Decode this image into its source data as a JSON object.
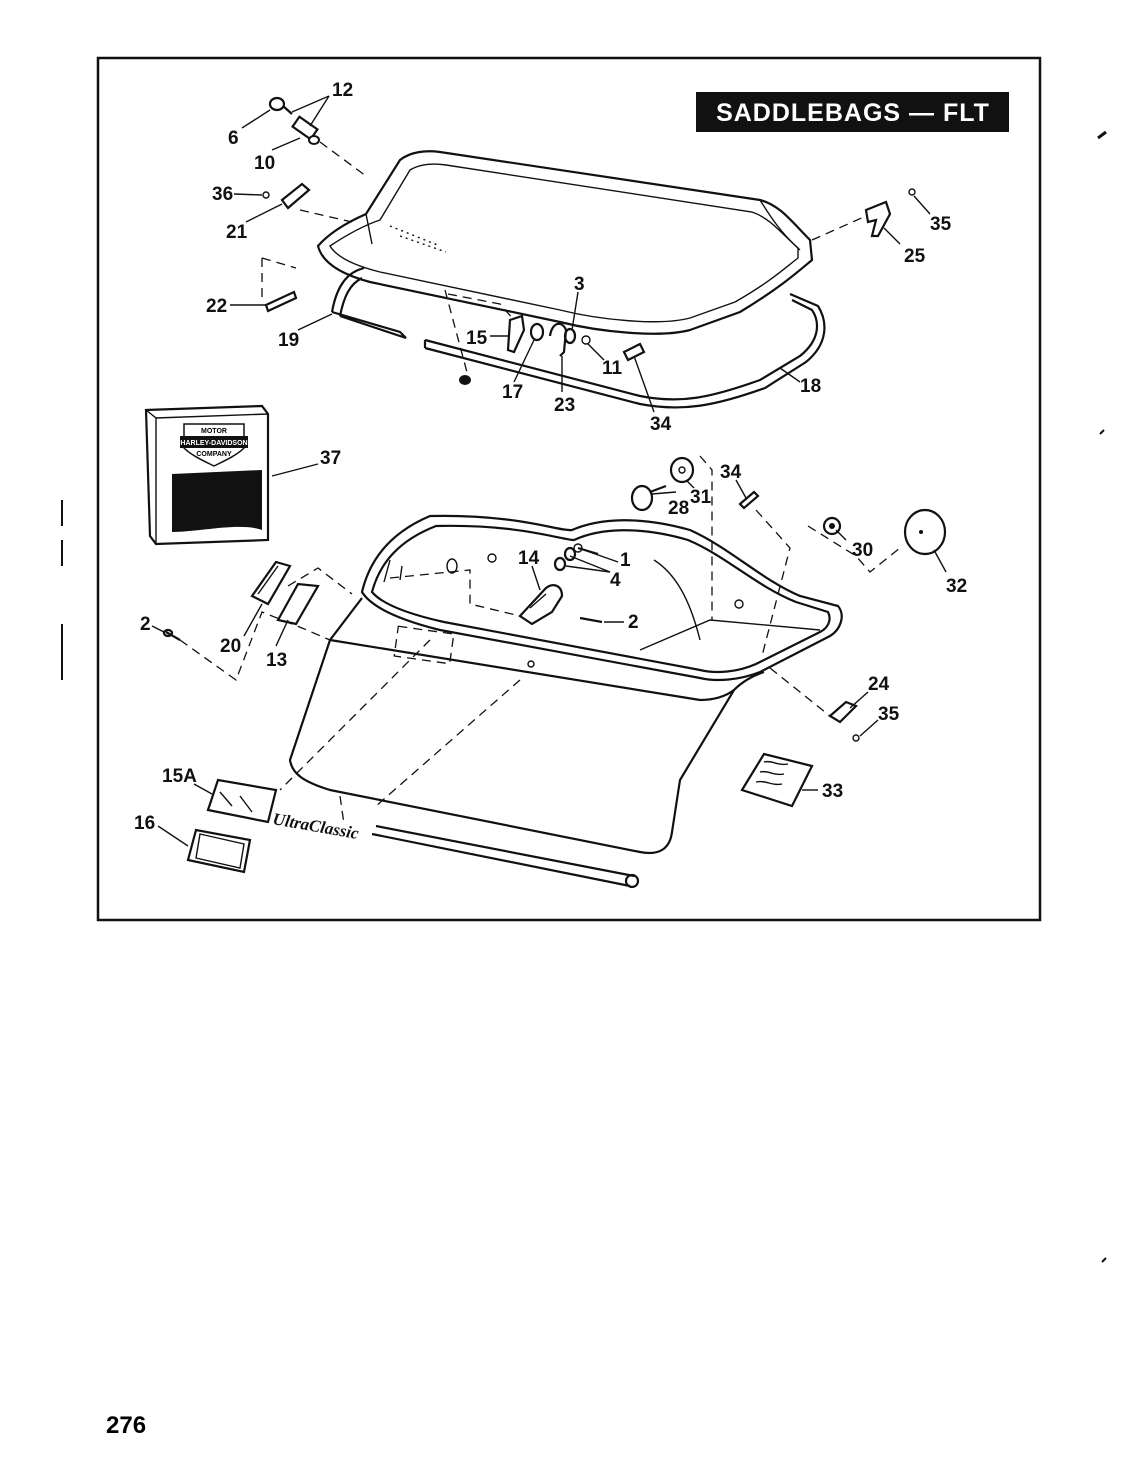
{
  "title": "SADDLEBAGS — FLT",
  "page_number": "276",
  "callouts": {
    "c12": "12",
    "c6": "6",
    "c10": "10",
    "c36": "36",
    "c21": "21",
    "c22": "22",
    "c19": "19",
    "c15": "15",
    "c17": "17",
    "c3": "3",
    "c11": "11",
    "c23": "23",
    "c34a": "34",
    "c18": "18",
    "c35a": "35",
    "c25": "25",
    "c37": "37",
    "c34b": "34",
    "c28": "28",
    "c31": "31",
    "c30": "30",
    "c32": "32",
    "c14": "14",
    "c1": "1",
    "c4": "4",
    "c2b": "2",
    "c2a": "2",
    "c20": "20",
    "c13": "13",
    "c24": "24",
    "c35b": "35",
    "c15A": "15A",
    "c16": "16",
    "c33": "33"
  },
  "logo": {
    "line1": "MOTOR",
    "line2": "HARLEY-DAVIDSON",
    "line3": "COMPANY"
  },
  "emblem_script": "UltraClassic"
}
